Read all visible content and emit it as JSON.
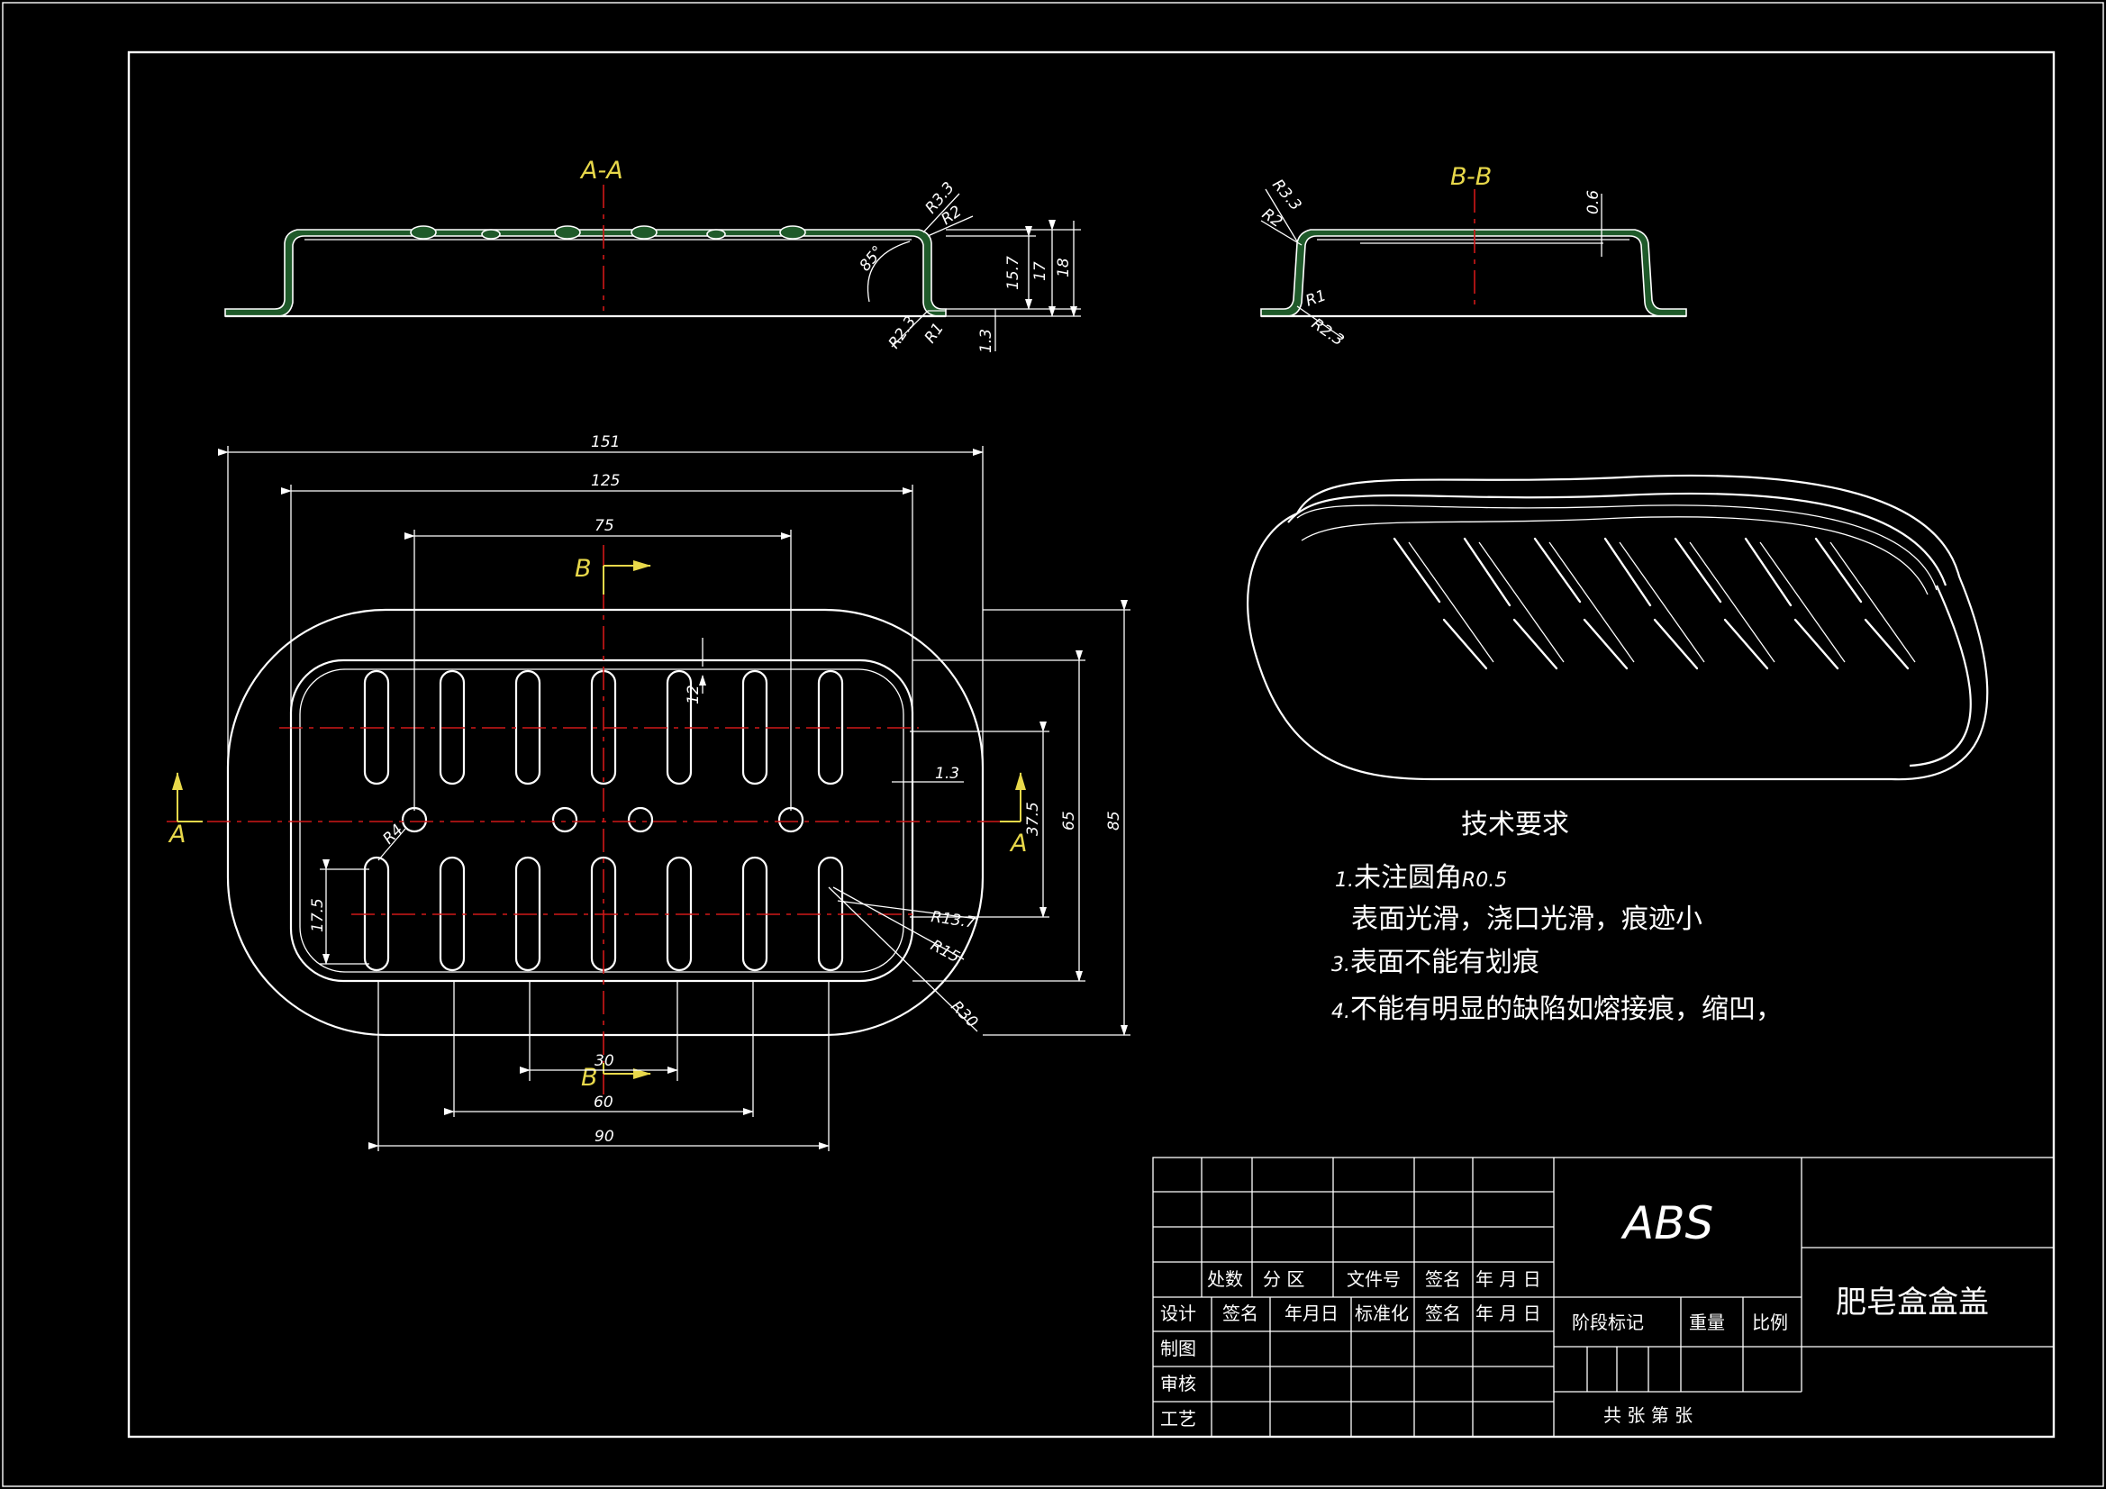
{
  "sections": {
    "aa_label": "A-A",
    "bb_label": "B-B"
  },
  "cut_markers": {
    "a": "A",
    "b": "B"
  },
  "dimensions": {
    "aa": {
      "r33": "R3.3",
      "r2": "R2",
      "angle": "85°",
      "d157": "15.7",
      "d17": "17",
      "d18": "18",
      "r23": "R2.3",
      "r1": "R1",
      "d13": "1.3"
    },
    "bb": {
      "r33": "R3.3",
      "r2": "R2",
      "d06": "0.6",
      "r1": "R1",
      "r23": "R2.3"
    },
    "plan": {
      "d151": "151",
      "d125": "125",
      "d75": "75",
      "d12": "12",
      "d13": "1.3",
      "d375": "37.5",
      "d65": "65",
      "d85": "85",
      "r4": "R4",
      "d175": "17.5",
      "r137": "R13.7",
      "r15": "R15",
      "r30": "R30",
      "d30": "30",
      "d60": "60",
      "d90": "90"
    }
  },
  "tech_requirements": {
    "title": "技术要求",
    "items": [
      {
        "num": "1.",
        "text": "未注圆角",
        "suffix": "R0.5"
      },
      {
        "num": "",
        "text": "表面光滑，浇口光滑，痕迹小",
        "suffix": ""
      },
      {
        "num": "3.",
        "text": "表面不能有划痕",
        "suffix": ""
      },
      {
        "num": "4.",
        "text": "不能有明显的缺陷如熔接痕，缩凹，",
        "suffix": ""
      }
    ]
  },
  "title_block": {
    "row_header": [
      "处数",
      "分 区",
      "文件号",
      "签名",
      "年 月 日"
    ],
    "row_design": [
      "设计",
      "签名",
      "年月日",
      "标准化",
      "签名",
      "年 月 日"
    ],
    "left_labels": [
      "制图",
      "审核",
      "工艺"
    ],
    "material": "ABS",
    "stage_mark": "阶段标记",
    "weight": "重量",
    "scale": "比例",
    "sheets": "共 张 第 张",
    "part_name": "肥皂盒盒盖"
  },
  "colors": {
    "background": "#000000",
    "line": "#ffffff",
    "centerline": "#d01818",
    "section_label": "#e8d84a",
    "hatch": "#1f5a2a"
  }
}
